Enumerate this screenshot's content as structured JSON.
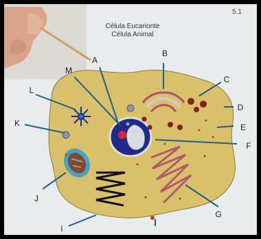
{
  "worksheet": {
    "page_number": "5.1",
    "title_line1": "Célula Eucarionte",
    "title_line2": "Célula Animal"
  },
  "labels": {
    "A": "A",
    "B": "B",
    "C": "C",
    "D": "D",
    "E": "E",
    "F": "F",
    "G": "G",
    "I": "I",
    "J": "J",
    "K": "K",
    "L": "L",
    "M": "M"
  },
  "colors": {
    "cytoplasm": "#d9c06a",
    "nucleus": "#1f2a8a",
    "arrow": "#1f5e8a",
    "paper": "#eef0f0"
  }
}
